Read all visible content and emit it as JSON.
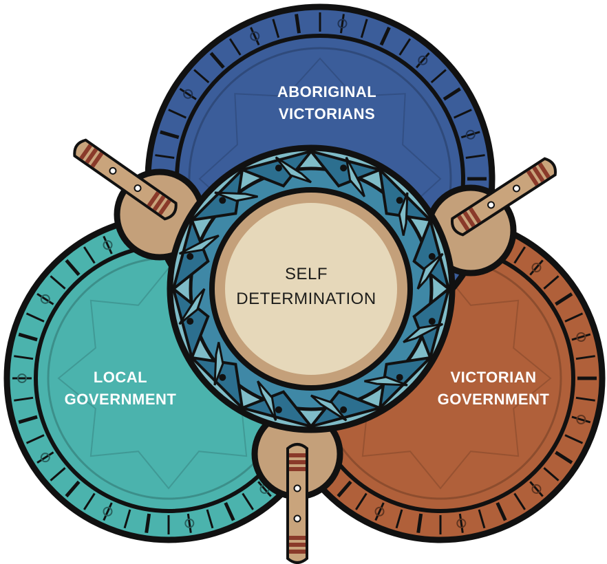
{
  "diagram": {
    "circles": [
      {
        "key": "aboriginal",
        "line1": "ABORIGINAL",
        "line2": "VICTORIANS",
        "color": "#3b5d9a"
      },
      {
        "key": "local",
        "line1": "LOCAL",
        "line2": "GOVERNMENT",
        "color": "#4bb3ad"
      },
      {
        "key": "victorian",
        "line1": "VICTORIAN",
        "line2": "GOVERNMENT",
        "color": "#b0603a"
      }
    ],
    "center": {
      "line1": "SELF",
      "line2": "DETERMINATION",
      "color": "#e6d8ba"
    },
    "ring_colors": [
      "#7fbcc8",
      "#3f88a6",
      "#2c6f8f"
    ],
    "joint_color": "#c4a07a",
    "boomerang_colors": [
      "#c9a47c",
      "#8a3a2a"
    ]
  }
}
